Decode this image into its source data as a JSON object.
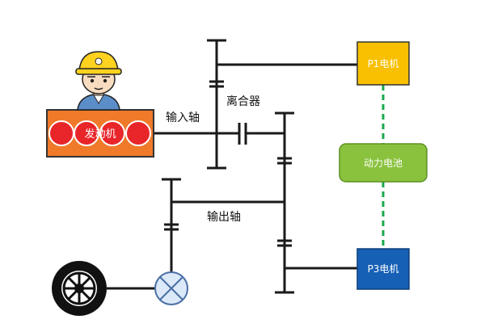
{
  "labels": {
    "engine": "发动机",
    "input_shaft": "输入轴",
    "clutch": "离合器",
    "output_shaft": "输出轴",
    "p1_motor": "P1电机",
    "battery": "动力电池",
    "p3_motor": "P3电机"
  },
  "colors": {
    "engine": "#F07A2A",
    "engine_circles": "#E8262A",
    "p1_motor": "#F8C000",
    "battery": "#8AC23D",
    "p3_motor": "#1660B5",
    "electric_link": "#19A84C",
    "shaft": "#1a1a1a",
    "differential": "#DCE9F9",
    "differential_stroke": "#4A6FA5"
  },
  "icons": {
    "worker": "worker-avatar-icon",
    "wheel": "wheel-icon",
    "differential": "differential-icon"
  }
}
